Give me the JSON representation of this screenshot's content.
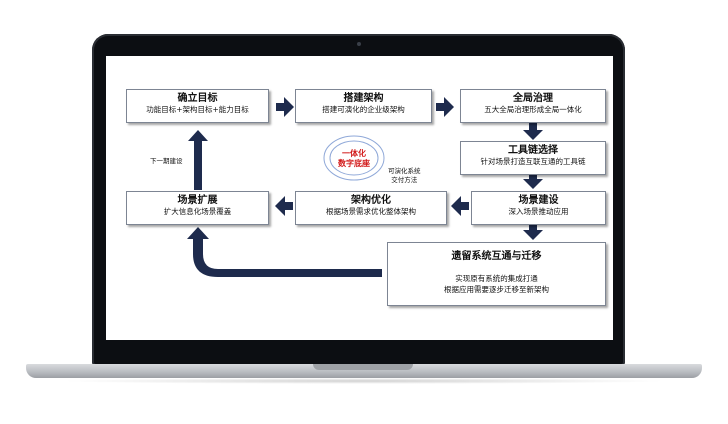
{
  "diagram": {
    "boxes": {
      "goal": {
        "title": "确立目标",
        "subtitle": "功能目标+架构目标+能力目标"
      },
      "build_arch": {
        "title": "搭建架构",
        "subtitle": "搭建可演化的企业级架构"
      },
      "governance": {
        "title": "全局治理",
        "subtitle": "五大全局治理形成全局一体化"
      },
      "toolchain": {
        "title": "工具链选择",
        "subtitle": "针对场景打造互联互通的工具链"
      },
      "scene_build": {
        "title": "场景建设",
        "subtitle": "深入场景推动应用"
      },
      "arch_opt": {
        "title": "架构优化",
        "subtitle": "根据场景需求优化整体架构"
      },
      "scene_expand": {
        "title": "场景扩展",
        "subtitle": "扩大信息化场景覆盖"
      },
      "legacy": {
        "title": "遗留系统互通与迁移",
        "line1": "实现原有系统的集成打通",
        "line2": "根据应用需要逐步迁移至新架构"
      }
    },
    "center": {
      "line1": "一体化",
      "line2": "数字底座"
    },
    "side_note": {
      "line1": "可演化系统",
      "line2": "交付方法"
    },
    "loop_note": "下一期建设",
    "colors": {
      "arrow": "#1e2b4d",
      "center_text": "#d21a1a",
      "box_border": "#7d8593"
    }
  }
}
